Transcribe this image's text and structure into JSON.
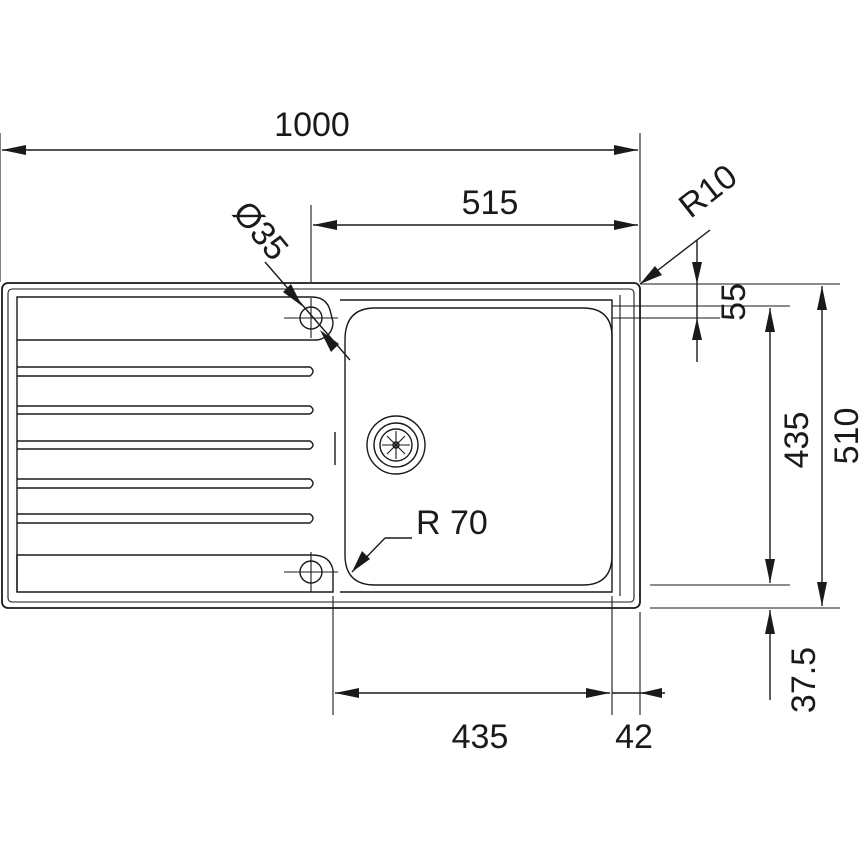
{
  "dimensions": {
    "overall_width": "1000",
    "bowl_offset": "515",
    "corner_radius": "R10",
    "tap_hole": "Ø35",
    "rim_front": "55",
    "bowl_depth": "435",
    "overall_depth": "510",
    "bowl_radius": "R 70",
    "bowl_width": "435",
    "rim_side": "42",
    "rim_back": "37.5"
  }
}
